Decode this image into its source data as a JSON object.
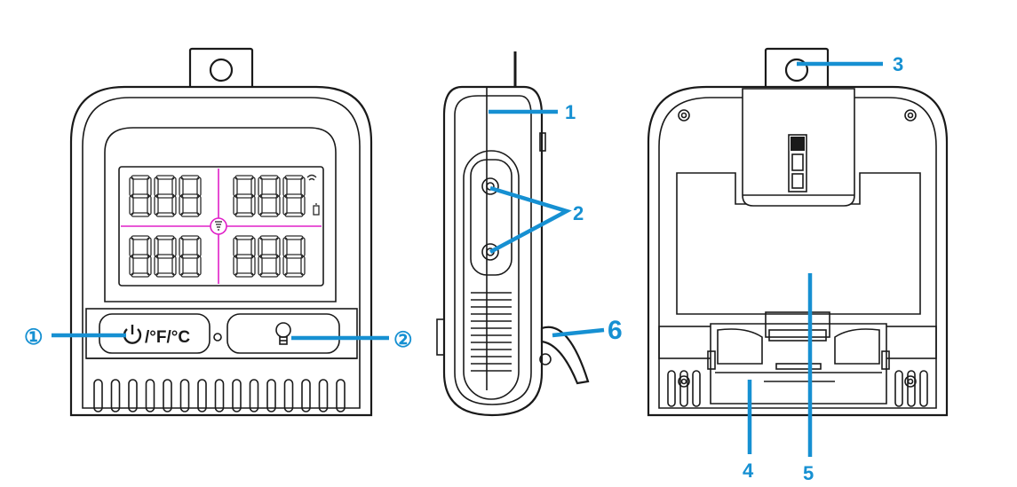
{
  "front_view": {
    "button_1_label": "/°F/°C",
    "callouts": [
      "①",
      "②"
    ]
  },
  "side_view": {
    "callouts": [
      "1",
      "2",
      "6"
    ]
  },
  "back_view": {
    "callouts": [
      "3",
      "4",
      "5"
    ]
  },
  "colors": {
    "callout": "#1690d2",
    "lcd_grid": "#e020c8",
    "outline": "#1a1a1a"
  }
}
